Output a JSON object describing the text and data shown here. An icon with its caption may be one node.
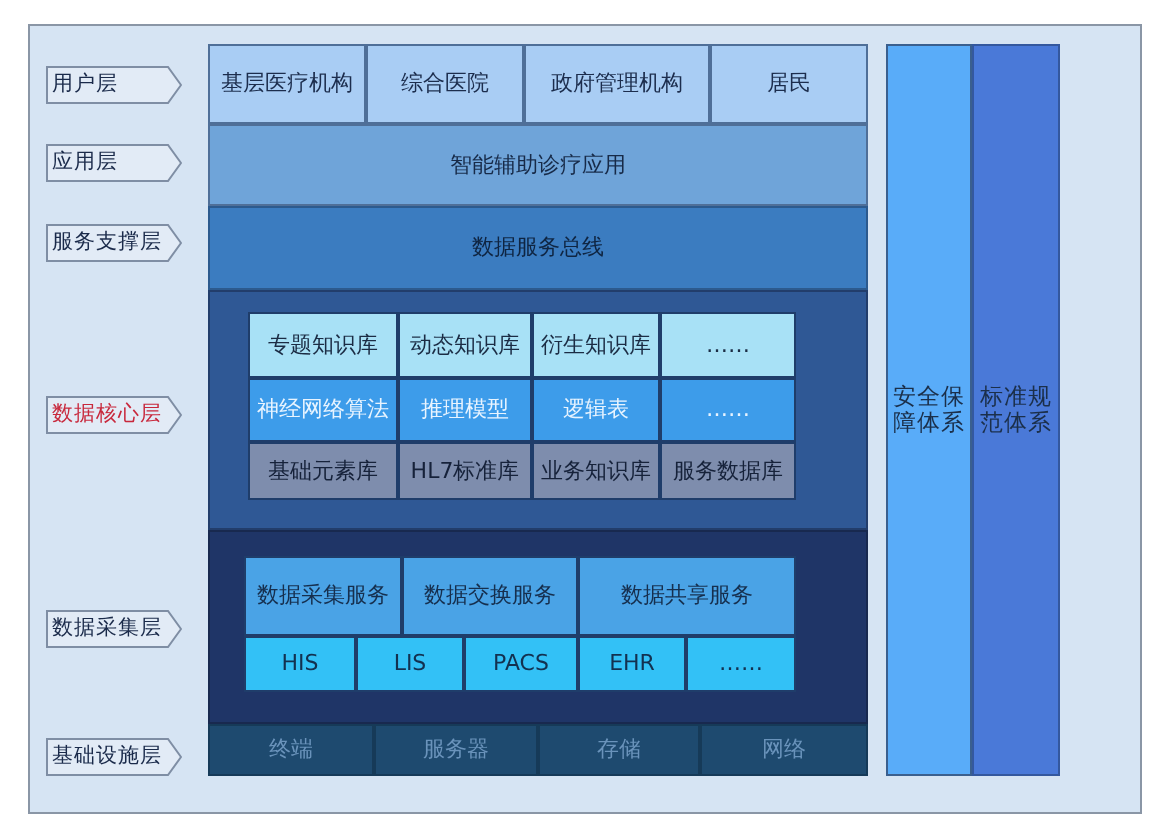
{
  "diagram": {
    "nodes": [
      {
        "text": [
          "用户层"
        ]
      },
      {
        "text": [
          "基层医疗机构"
        ]
      },
      {
        "text": [
          "综合医院"
        ]
      },
      {
        "text": [
          "政府管理机构"
        ]
      },
      {
        "text": [
          "居民"
        ]
      },
      {
        "text": [
          "应用层"
        ]
      },
      {
        "text": [
          "智能辅助诊疗应用"
        ]
      },
      {
        "text": [
          "服务支撑层"
        ]
      },
      {
        "text": [
          "数据服务总线"
        ]
      },
      {
        "text": [
          "数据核心层"
        ]
      },
      {
        "text": [],
        "shape": "box"
      },
      {
        "text": [
          "专题知识库"
        ],
        "in": 10
      },
      {
        "text": [
          "动态知识库"
        ],
        "in": 10
      },
      {
        "text": [
          "衍生知识库"
        ],
        "in": 10
      },
      {
        "text": [
          "……"
        ],
        "in": 10
      },
      {
        "text": [
          "神经网络算法"
        ],
        "in": 10
      },
      {
        "text": [
          "推理模型"
        ],
        "in": 10
      },
      {
        "text": [
          "逻辑表"
        ],
        "in": 10
      },
      {
        "text": [
          "……"
        ],
        "in": 10
      },
      {
        "text": [
          "基础元素库"
        ],
        "in": 10
      },
      {
        "text": [
          "HL7标准库"
        ],
        "in": 10
      },
      {
        "text": [
          "业务知识库"
        ],
        "in": 10
      },
      {
        "text": [
          "服务数据库"
        ],
        "in": 10
      },
      {
        "text": [
          "数据采集层"
        ]
      },
      {
        "text": [],
        "shape": "box"
      },
      {
        "text": [
          "数据采集服务"
        ],
        "in": 24
      },
      {
        "text": [
          "数据交换服务"
        ],
        "in": 24
      },
      {
        "text": [
          "数据共享服务"
        ],
        "in": 24
      },
      {
        "text": [
          "HIS"
        ],
        "in": 24
      },
      {
        "text": [
          "LIS"
        ],
        "in": 24
      },
      {
        "text": [
          "PACS"
        ],
        "in": 24
      },
      {
        "text": [
          "EHR"
        ],
        "in": 24
      },
      {
        "text": [
          "……"
        ],
        "in": 24
      },
      {
        "text": [
          "基础设施层"
        ]
      },
      {
        "text": [
          "终端"
        ]
      },
      {
        "text": [
          "服务器"
        ]
      },
      {
        "text": [
          "存储"
        ]
      },
      {
        "text": [
          "网络"
        ]
      },
      {
        "text": [
          "安全保障体系"
        ]
      },
      {
        "text": [
          "标准规范体系"
        ]
      }
    ]
  }
}
